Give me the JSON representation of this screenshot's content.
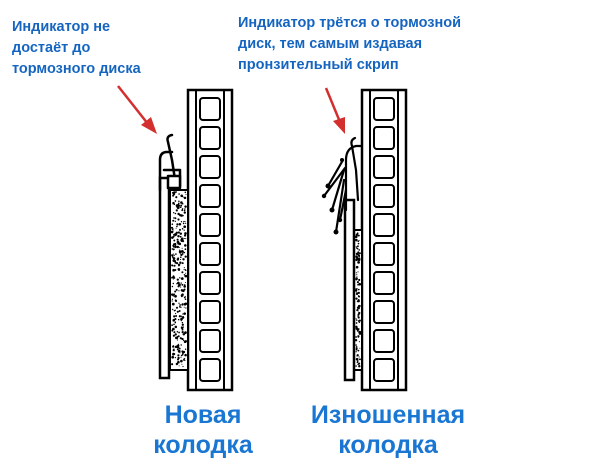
{
  "left_annotation": {
    "lines": [
      "Индикатор не",
      "достаёт до",
      "тормозного диска"
    ]
  },
  "right_annotation": {
    "lines": [
      "Индикатор трётся о тормозной",
      "диск, тем самым издавая",
      "пронзительный скрип"
    ]
  },
  "left_caption": {
    "lines": [
      "Новая",
      "колодка"
    ]
  },
  "right_caption": {
    "lines": [
      "Изношенная",
      "колодка"
    ]
  },
  "colors": {
    "annotation_text": "#1565c0",
    "caption_text": "#1976d2",
    "arrow": "#d32f2f",
    "line_art": "#000000"
  }
}
